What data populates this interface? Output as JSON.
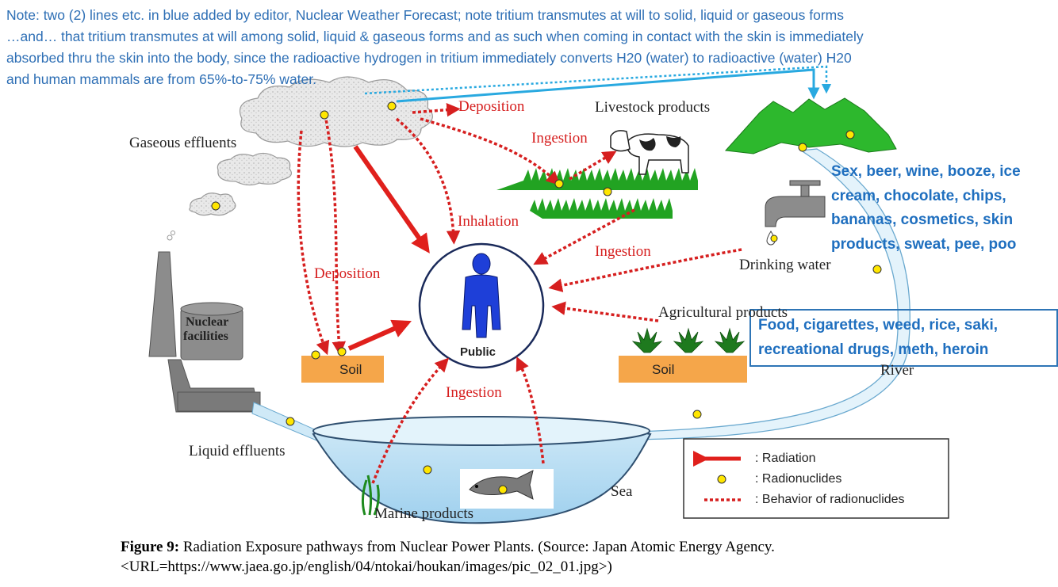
{
  "editor_note": {
    "lines": [
      "Note: two (2) lines etc. in blue added by editor, Nuclear Weather Forecast; note tritium transmutes at will to solid, liquid or gaseous forms",
      "…and… that tritium transmutes at will among solid, liquid & gaseous forms and as such when coming in contact with the skin is immediately",
      "absorbed thru the skin into the body, since the radioactive hydrogen in tritium immediately converts H20 (water) to radioactive (water) H20",
      "and human mammals are from 65%-to-75% water."
    ]
  },
  "labels": {
    "gaseous_effluents": "Gaseous effluents",
    "deposition_top": "Deposition",
    "livestock_products": "Livestock products",
    "ingestion_livestock": "Ingestion",
    "inhalation": "Inhalation",
    "ingestion_water": "Ingestion",
    "deposition_left": "Deposition",
    "nuclear_facilities_1": "Nuclear",
    "nuclear_facilities_2": "facilities",
    "soil_left": "Soil",
    "public": "Public",
    "drinking_water": "Drinking water",
    "agricultural_products": "Agricultural products",
    "soil_right": "Soil",
    "river": "River",
    "ingestion_marine": "Ingestion",
    "liquid_effluents": "Liquid effluents",
    "sea": "Sea",
    "marine_products": "Marine products"
  },
  "legend": {
    "radiation": ": Radiation",
    "radionuclides": ": Radionuclides",
    "behavior": ": Behavior of radionuclides"
  },
  "editor_boxes": {
    "drinking_items": [
      "Sex, beer, wine, booze, ice",
      "cream, chocolate, chips,",
      "bananas, cosmetics, skin",
      "products, sweat, pee, poo"
    ],
    "food_items": [
      "Food, cigarettes, weed, rice, saki,",
      "recreational drugs, meth, heroin"
    ]
  },
  "caption": {
    "figure_label": "Figure 9:",
    "text": " Radiation Exposure pathways from Nuclear Power Plants. (Source: Japan Atomic Energy Agency.",
    "url_line": "<URL=https://www.jaea.go.jp/english/04/ntokai/houkan/images/pic_02_01.jpg>)"
  },
  "colors": {
    "editor_blue": "#2e6fb5",
    "editor_line": "#29a9e0",
    "radiation_red": "#e0201c",
    "public_blue": "#1e3fd8",
    "mountain_green": "#2db82d",
    "soil_orange": "#f5a64a",
    "radionuclide_yellow": "#ffe600"
  }
}
